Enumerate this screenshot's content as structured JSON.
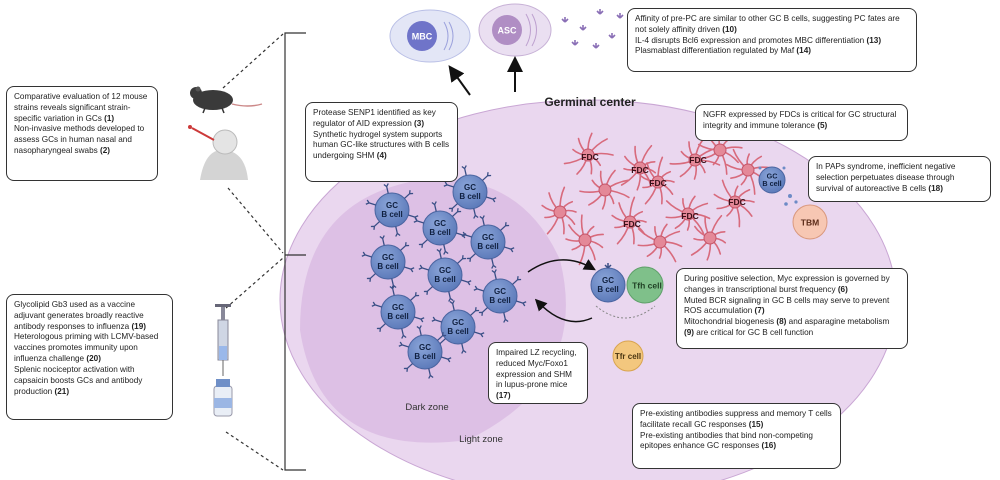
{
  "labels": {
    "germinal_center": "Germinal center",
    "dark_zone": "Dark zone",
    "light_zone": "Light zone",
    "mbc": "MBC",
    "asc": "ASC",
    "fdc": "FDC",
    "gc": "GC",
    "b_cell": "B cell",
    "tfh": "Tfh cell",
    "tfr": "Tfr cell",
    "tbm": "TBM"
  },
  "boxes": {
    "mouse": [
      {
        "text": "Comparative evaluation of 12 mouse strains reveals significant strain-specific variation in GCs ",
        "ref": "(1)"
      },
      {
        "text": "Non-invasive methods developed to assess GCs in human nasal and nasopharyngeal swabs ",
        "ref": "(2)"
      }
    ],
    "vaccine": [
      {
        "text": "Glycolipid Gb3 used as a vaccine adjuvant generates broadly reactive antibody responses to influenza ",
        "ref": "(19)"
      },
      {
        "text": "Heterologous priming with LCMV-based vaccines promotes immunity upon influenza challenge ",
        "ref": "(20)"
      },
      {
        "text": "Splenic nociceptor activation with capsaicin boosts GCs and antibody production ",
        "ref": "(21)"
      }
    ],
    "senp1": [
      {
        "text": "Protease SENP1 identified as key regulator of AID expression ",
        "ref": "(3)"
      },
      {
        "text": "Synthetic hydrogel system supports human GC-like structures with B cells undergoing SHM ",
        "ref": "(4)"
      }
    ],
    "pc_fate": [
      {
        "text": "Affinity of pre-PC are similar to other GC B cells, suggesting PC fates are not solely affinity driven ",
        "ref": "(10)"
      },
      {
        "text": "IL-4 disrupts Bcl6 expression and promotes MBC differentiation ",
        "ref": "(13)"
      },
      {
        "text": "Plasmablast differentiation regulated by Maf ",
        "ref": "(14)"
      }
    ],
    "ngfr": [
      {
        "text": "NGFR expressed by FDCs is critical for GC structural integrity and immune tolerance ",
        "ref": "(5)"
      }
    ],
    "paps": [
      {
        "text": "In PAPs syndrome, inefficient negative selection perpetuates disease through survival of autoreactive B cells ",
        "ref": "(18)"
      }
    ],
    "myc": [
      {
        "text": "During positive selection, Myc expression is governed by changes in transcriptional burst frequency ",
        "ref": "(6)"
      },
      {
        "text": "Muted BCR signaling in GC B cells may serve to prevent ROS accumulation ",
        "ref": "(7)"
      },
      {
        "text": "Mitochondrial biogenesis ",
        "ref": "(8)",
        "tail": " and asparagine metabolism ",
        "ref2": "(9)",
        "tail2": " are critical for GC B cell function"
      }
    ],
    "lupus": [
      {
        "text": "Impaired LZ recycling, reduced Myc/Foxo1 expression and SHM in lupus-prone mice ",
        "ref": "(17)"
      }
    ],
    "recall": [
      {
        "text": "Pre-existing antibodies suppress and memory T cells facilitate recall GC responses ",
        "ref": "(15)"
      },
      {
        "text": "Pre-existing antibodies that bind non-competing epitopes enhance GC responses ",
        "ref": "(16)"
      }
    ]
  },
  "colors": {
    "gc_fill": "#ead7ef",
    "lz_fill": "#dcbfe4",
    "bcell": "#6d8bc6",
    "fdc": "#d86a7c",
    "tfh": "#7fc08a",
    "tfr": "#f3c77e",
    "tbm": "#f7c7b3",
    "mbc": "#6f74c9",
    "asc": "#b08ec4"
  }
}
